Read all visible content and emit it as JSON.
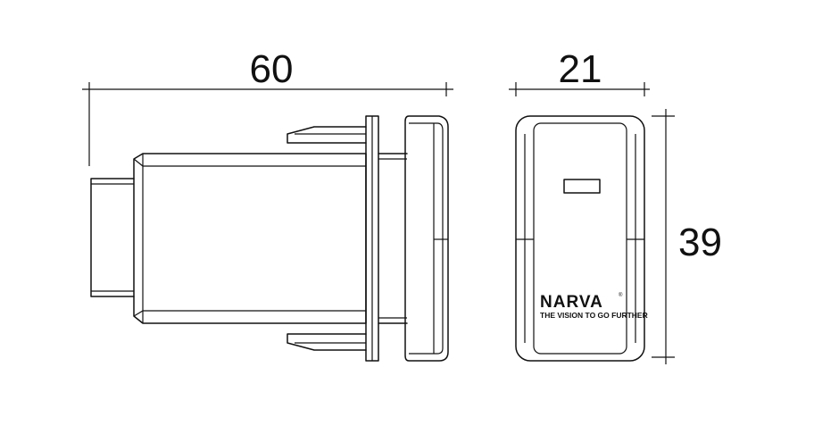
{
  "dimensions": {
    "width": "60",
    "depth": "21",
    "height": "39"
  },
  "branding": {
    "logo": "NARVA",
    "logo_mark": "®",
    "tagline": "THE VISION TO GO FURTHER"
  }
}
